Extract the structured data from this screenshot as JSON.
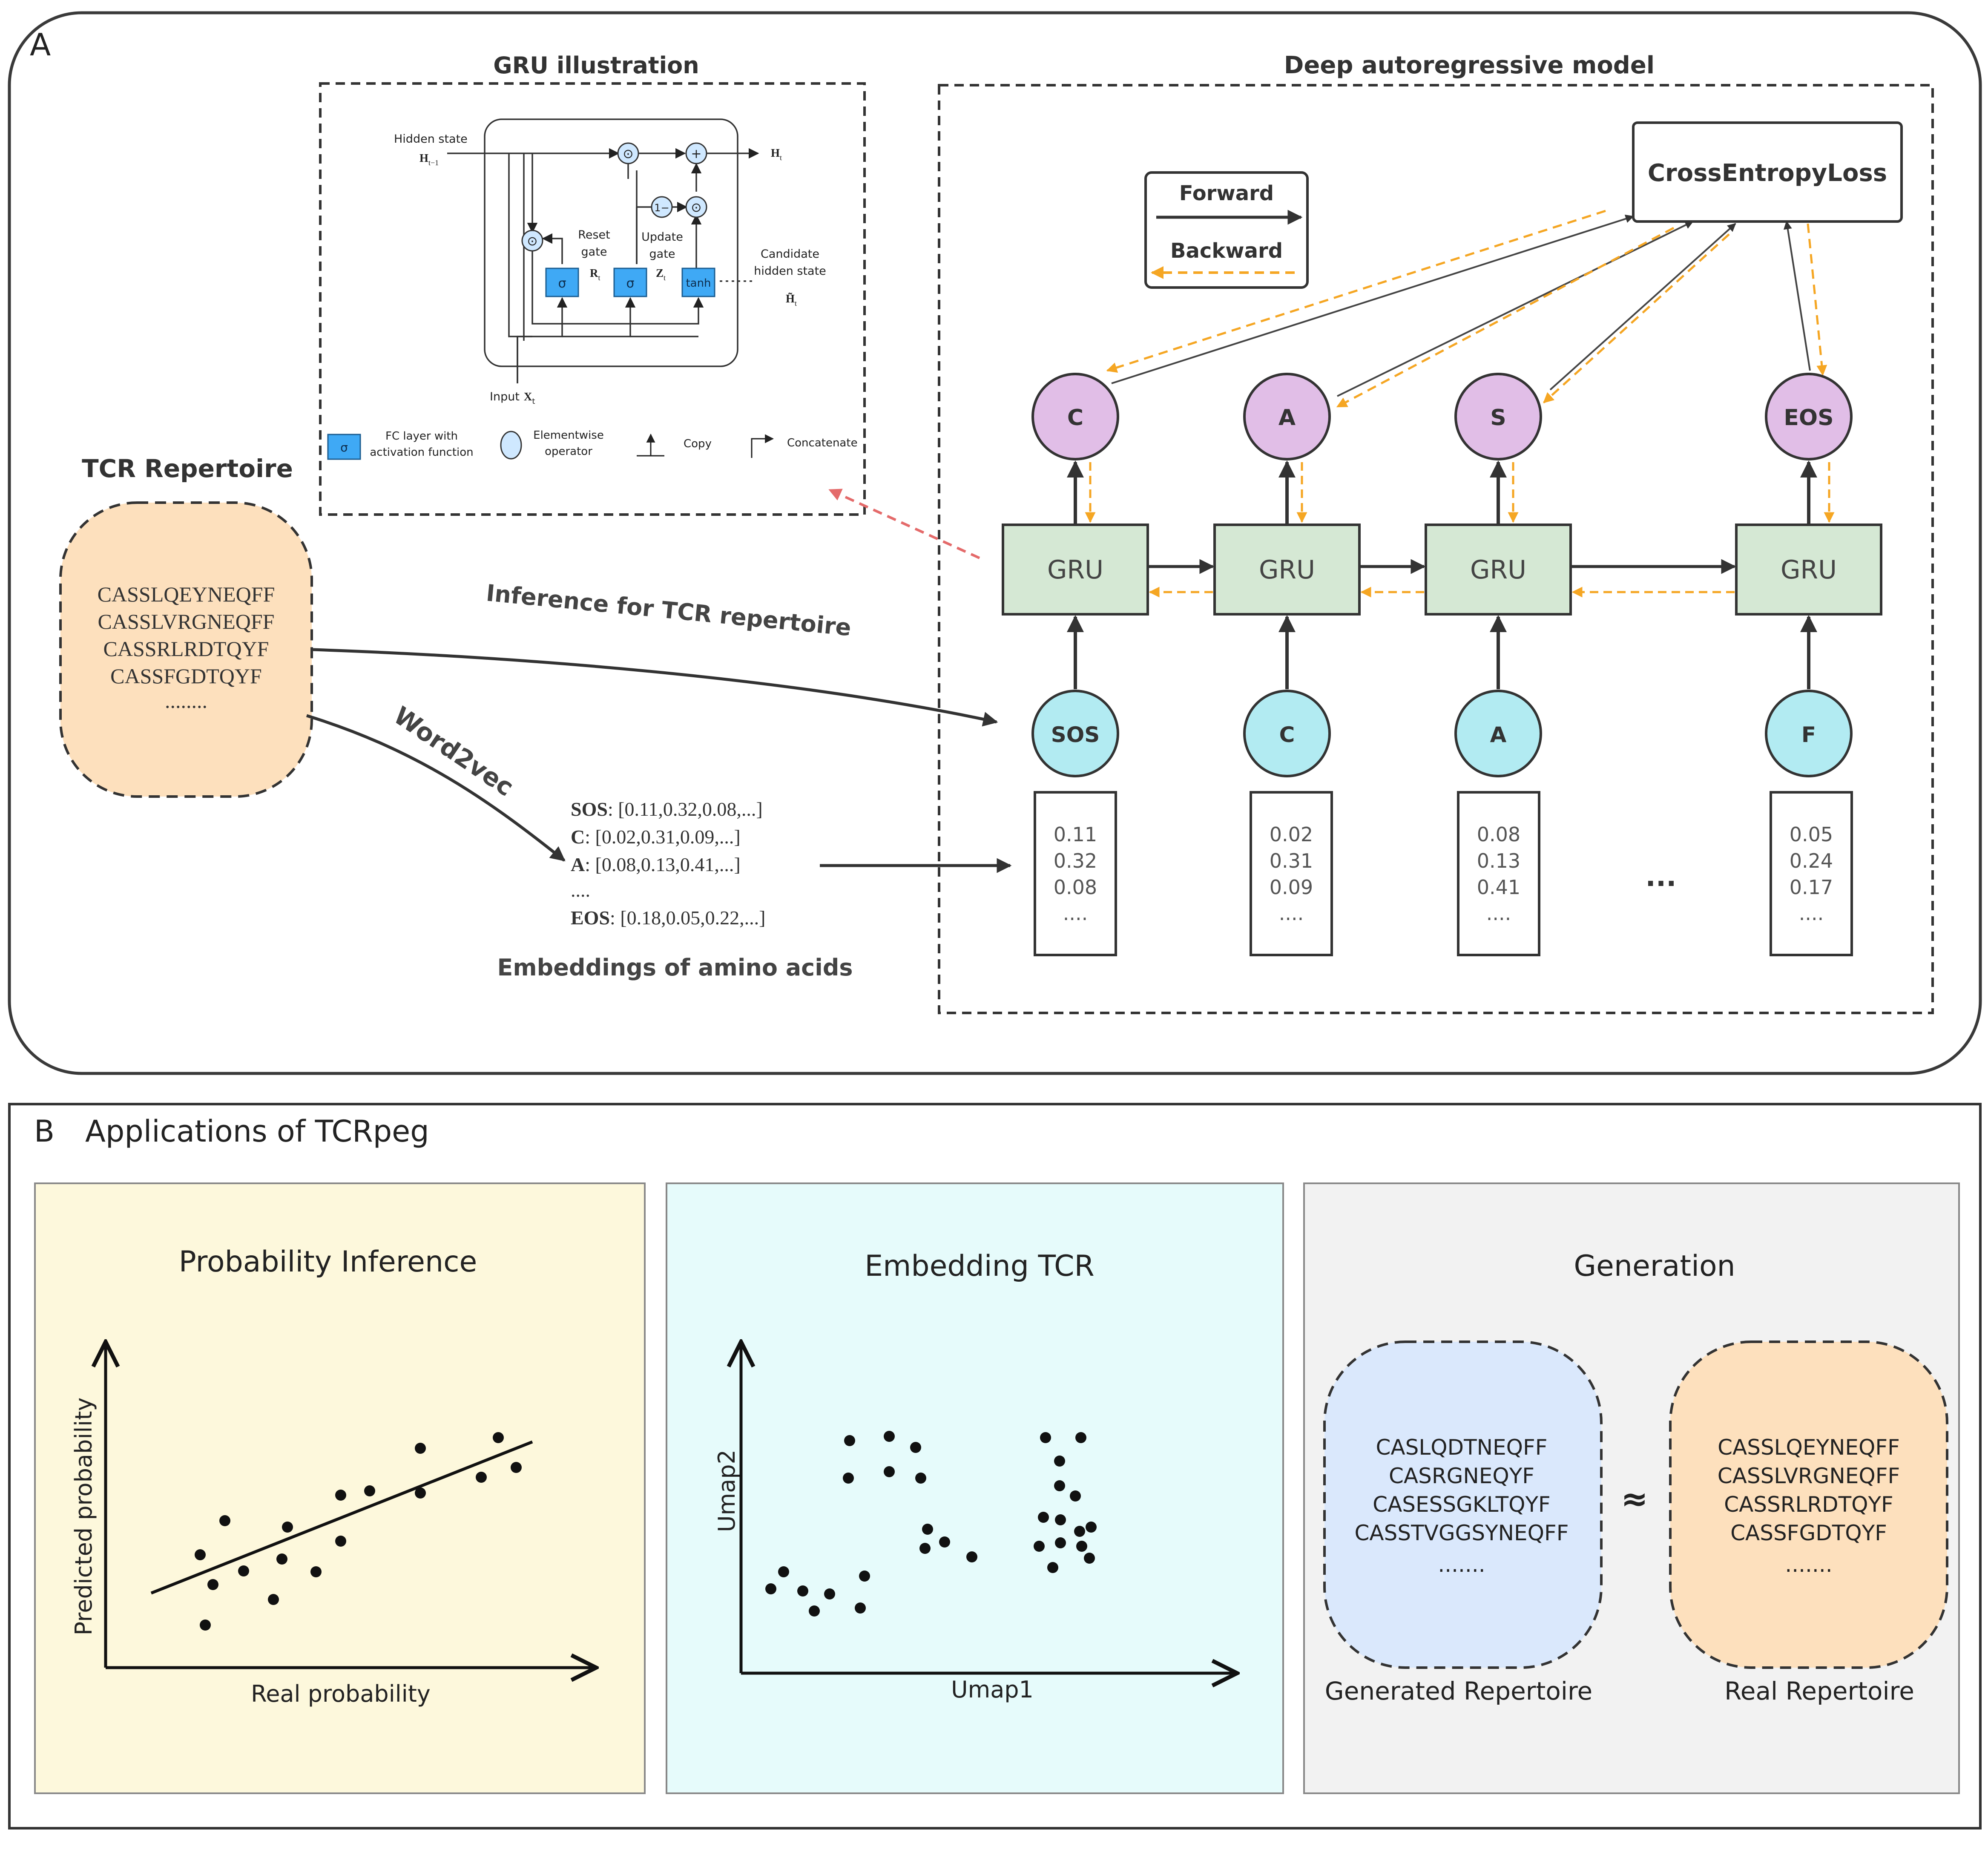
{
  "panel_a": {
    "letter": "A",
    "gru_illustration": {
      "title": "GRU illustration",
      "hidden_state_label": "Hidden state",
      "hidden_state_symbol": "H",
      "hidden_state_sub": "t−1",
      "output_symbol": "H",
      "output_sub": "t",
      "reset_gate_label_1": "Reset",
      "reset_gate_label_2": "gate",
      "reset_symbol": "R",
      "reset_sub": "t",
      "update_gate_label_1": "Update",
      "update_gate_label_2": "gate",
      "update_symbol": "Z",
      "update_sub": "t",
      "candidate_label_1": "Candidate",
      "candidate_label_2": "hidden state",
      "candidate_symbol": "H̃",
      "candidate_sub": "t",
      "input_label": "Input",
      "input_symbol": "X",
      "input_sub": "t",
      "sigma": "σ",
      "tanh": "tanh",
      "one_minus": "1−",
      "plus": "+",
      "odot": "⊙",
      "legend_fc_1": "FC layer with",
      "legend_fc_2": "activation function",
      "legend_elem_1": "Elementwise",
      "legend_elem_2": "operator",
      "legend_copy": "Copy",
      "legend_concat": "Concatenate"
    },
    "deep_model": {
      "title": "Deep autoregressive model",
      "loss_label": "CrossEntropyLoss",
      "legend_forward": "Forward",
      "legend_backward": "Backward",
      "gru_label": "GRU",
      "outputs": [
        "C",
        "A",
        "S",
        "EOS"
      ],
      "inputs": [
        "SOS",
        "C",
        "A",
        "F"
      ],
      "embeddings": [
        [
          "0.11",
          "0.32",
          "0.08",
          "...."
        ],
        [
          "0.02",
          "0.31",
          "0.09",
          "...."
        ],
        [
          "0.08",
          "0.13",
          "0.41",
          "...."
        ],
        [
          "0.05",
          "0.24",
          "0.17",
          "...."
        ]
      ],
      "ellipsis": "..."
    },
    "tcr_repertoire": {
      "title": "TCR Repertoire",
      "sequences": [
        "CASSLQEYNEQFF",
        "CASSLVRGNEQFF",
        "CASSRLRDTQYF",
        "CASSFGDTQYF",
        "........"
      ]
    },
    "inference_label": "Inference for TCR repertoire",
    "word2vec_label": "Word2vec",
    "embedding_list": {
      "rows": [
        {
          "key": "SOS",
          "value": ": [0.11,0.32,0.08,...]"
        },
        {
          "key": "C",
          "value": ": [0.02,0.31,0.09,...]"
        },
        {
          "key": "A",
          "value": ": [0.08,0.13,0.41,...]"
        },
        {
          "key": "",
          "value": "...."
        },
        {
          "key": "EOS",
          "value": ": [0.18,0.05,0.22,...]"
        }
      ],
      "caption": "Embeddings of amino acids"
    }
  },
  "panel_b": {
    "letter": "B",
    "title": "Applications of TCRpeg",
    "probability": {
      "title": "Probability Inference",
      "xlabel": "Real probability",
      "ylabel": "Predicted probability"
    },
    "embedding": {
      "title": "Embedding TCR",
      "xlabel": "Umap1",
      "ylabel": "Umap2"
    },
    "generation": {
      "title": "Generation",
      "generated": [
        "CASLQDTNEQFF",
        "CASRGNEQYF",
        "CASESSGKLTQYF",
        "CASSTVGGSYNEQFF",
        "......."
      ],
      "real": [
        "CASSLQEYNEQFF",
        "CASSLVRGNEQFF",
        "CASSRLRDTQYF",
        "CASSFGDTQYF",
        "......."
      ],
      "approx": "≈",
      "generated_label": "Generated Repertoire",
      "real_label": "Real Repertoire"
    }
  },
  "colors": {
    "gru_fill": "#d5e8d4",
    "output_node": "#e1bee7",
    "input_node": "#b2ebf2",
    "repertoire_real": "#fde0bd",
    "repertoire_generated": "#dae8fc",
    "backward_arrow": "#f5a623",
    "panel_prob_bg": "#fdf8dc",
    "panel_embed_bg": "#e6fbfb",
    "panel_gen_bg": "#f2f2f2"
  }
}
